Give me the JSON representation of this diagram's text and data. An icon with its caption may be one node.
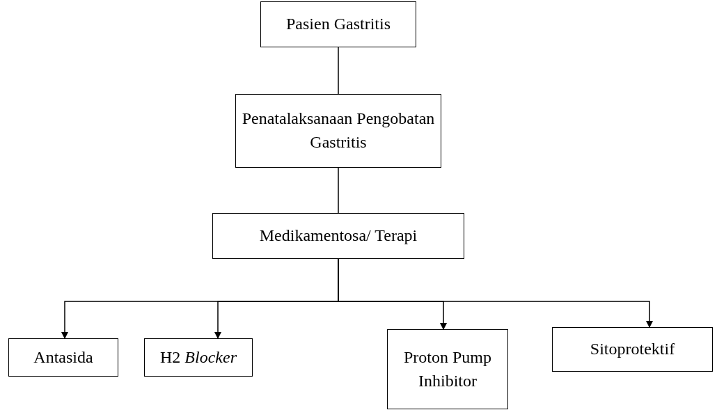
{
  "diagram": {
    "nodes": [
      {
        "text": [
          "Pasien Gastritis"
        ]
      },
      {
        "text": [
          "Penatalaksanaan Pengobatan Gastritis"
        ]
      },
      {
        "text": [
          "Medikamentosa/ Terapi"
        ]
      },
      {
        "text": [
          "Antasida"
        ]
      },
      {
        "text": [
          "H2 *Blocker*"
        ]
      },
      {
        "text": [
          "Proton Pump Inhibitor"
        ]
      },
      {
        "text": [
          "Sitoprotektif"
        ]
      }
    ],
    "edges": [
      {
        "from": 0,
        "to": 1,
        "arrow": "none"
      },
      {
        "from": 1,
        "to": 2,
        "arrow": "none"
      },
      {
        "from": 2,
        "to": 3,
        "arrow": "to"
      },
      {
        "from": 2,
        "to": 4,
        "arrow": "to"
      },
      {
        "from": 2,
        "to": 5,
        "arrow": "to"
      },
      {
        "from": 2,
        "to": 6,
        "arrow": "to"
      }
    ]
  }
}
